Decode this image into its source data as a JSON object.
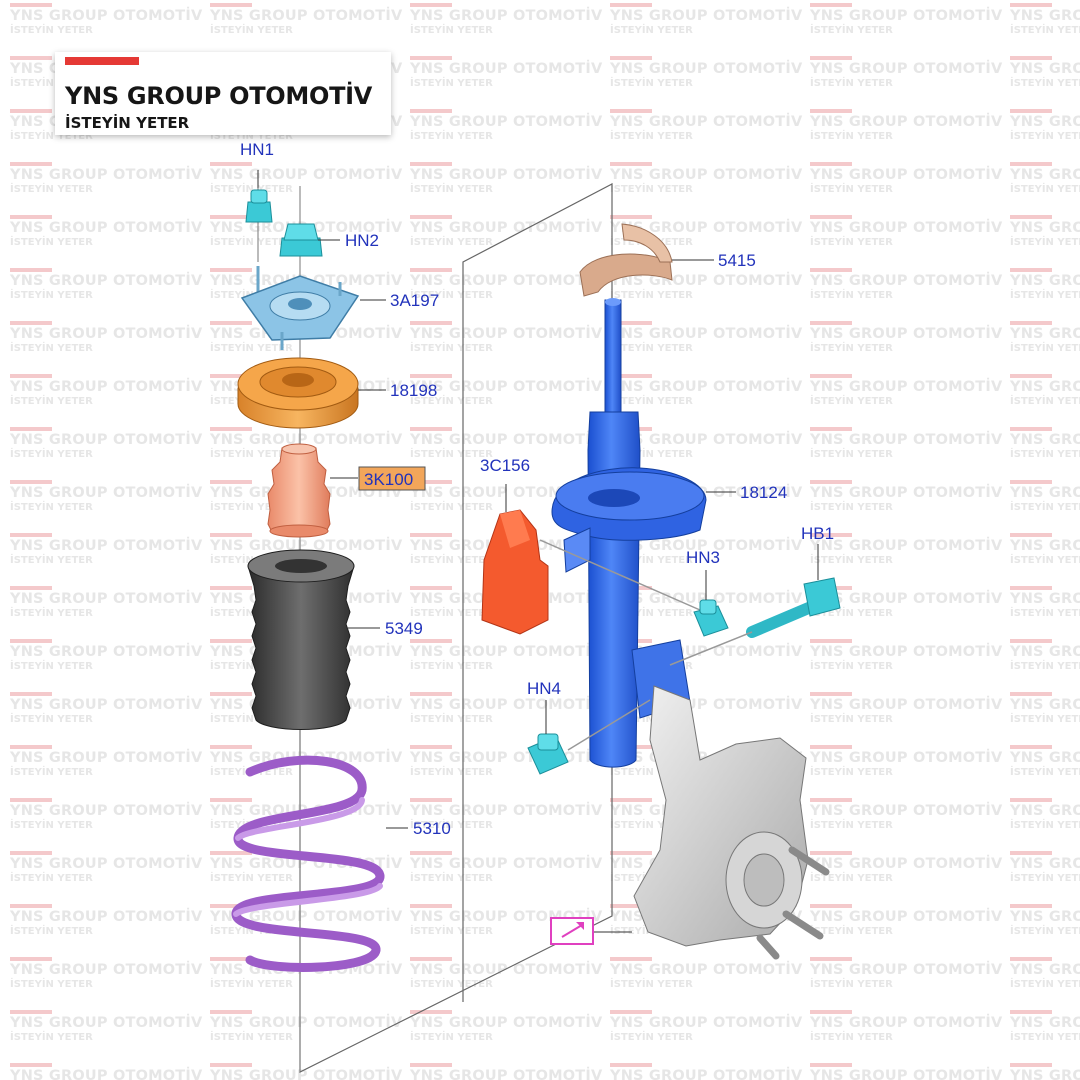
{
  "brand": {
    "name": "YNS GROUP OTOMOTİV",
    "tagline": "İSTEYİN YETER",
    "accent_color": "#e53935"
  },
  "watermark": {
    "line1": "YNS GROUP OTOMOTİV",
    "line2": "İSTEYİN YETER"
  },
  "diagram": {
    "label_color": "#2233bb",
    "parts": [
      {
        "id": "hn1",
        "label": "HN1",
        "name": "upper nut"
      },
      {
        "id": "hn2",
        "label": "HN2",
        "name": "upper mount nut"
      },
      {
        "id": "3a197",
        "label": "3A197",
        "name": "upper strut mount"
      },
      {
        "id": "18198",
        "label": "18198",
        "name": "strut bearing"
      },
      {
        "id": "3k100",
        "label": "3K100",
        "name": "bump stop",
        "highlighted": true
      },
      {
        "id": "5349",
        "label": "5349",
        "name": "dust boot"
      },
      {
        "id": "5310",
        "label": "5310",
        "name": "coil spring"
      },
      {
        "id": "5415",
        "label": "5415",
        "name": "spring seat"
      },
      {
        "id": "3c156",
        "label": "3C156",
        "name": "bracket"
      },
      {
        "id": "18124",
        "label": "18124",
        "name": "shock absorber strut"
      },
      {
        "id": "hb1",
        "label": "HB1",
        "name": "bolt"
      },
      {
        "id": "hn3",
        "label": "HN3",
        "name": "nut"
      },
      {
        "id": "hn4",
        "label": "HN4",
        "name": "nut"
      }
    ],
    "reference_icon": "external-reference-icon",
    "highlight_color": "#f2a65a",
    "reference_color": "#e040c0"
  }
}
